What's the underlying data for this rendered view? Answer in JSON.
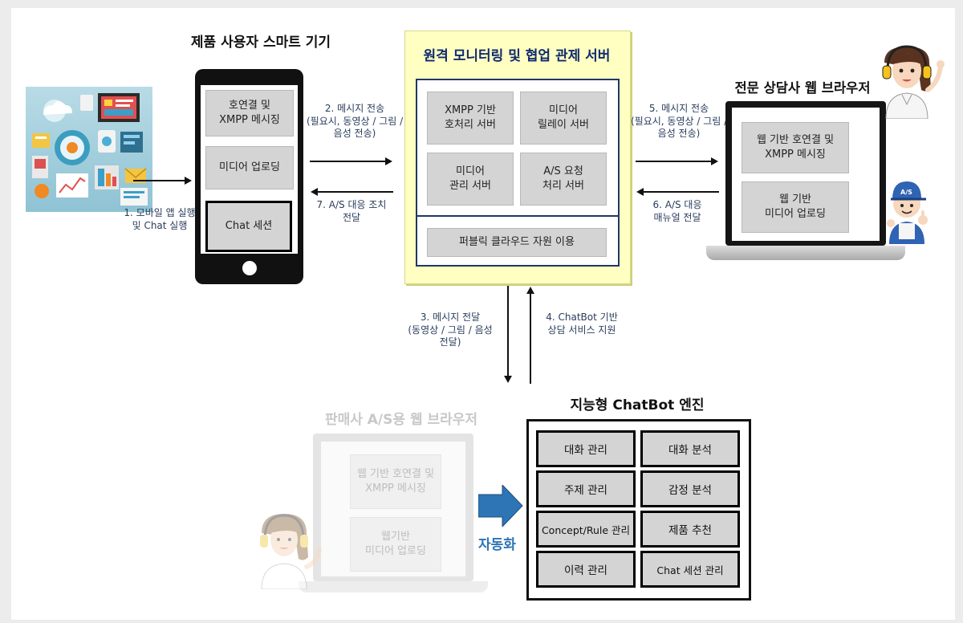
{
  "smartphone": {
    "title": "제품 사용자 스마트 기기",
    "items": [
      {
        "line1": "호연결 및",
        "line2": "XMPP 메시징"
      },
      {
        "line1": "미디어 업로딩",
        "line2": ""
      },
      {
        "line1": "Chat 세션",
        "line2": ""
      }
    ]
  },
  "server": {
    "title": "원격 모니터링 및 협업 관제 서버",
    "modules": [
      {
        "line1": "XMPP 기반",
        "line2": "호처리 서버"
      },
      {
        "line1": "미디어",
        "line2": "릴레이 서버"
      },
      {
        "line1": "미디어",
        "line2": "관리 서버"
      },
      {
        "line1": "A/S 요청",
        "line2": "처리 서버"
      }
    ],
    "cloud": "퍼블릭 클라우드 자원 이용"
  },
  "expert": {
    "title": "전문 상담사 웹 브라우저",
    "items": [
      {
        "line1": "웹 기반 호연결 및",
        "line2": "XMPP 메시징"
      },
      {
        "line1": "웹 기반",
        "line2": "미디어 업로딩"
      }
    ]
  },
  "seller": {
    "title": "판매사 A/S용 웹 브라우저",
    "items": [
      {
        "line1": "웹 기반 호연결 및",
        "line2": "XMPP 메시징"
      },
      {
        "line1": "웹기반",
        "line2": "미디어 업로딩"
      }
    ]
  },
  "chatbot": {
    "title": "지능형 ChatBot 엔진",
    "cells": [
      "대화 관리",
      "대화 분석",
      "주제 관리",
      "감정 분석",
      "Concept/Rule 관리",
      "제품 추천",
      "이력 관리",
      "Chat 세션 관리"
    ]
  },
  "automation": "자동화",
  "steps": {
    "s1": {
      "line1": "1. 모바일 앱 실행",
      "line2": "및 Chat 실행"
    },
    "s2": {
      "line1": "2. 메시지 전송",
      "line2": "(필요시, 동영상 / 그림 /",
      "line3": "음성 전송)"
    },
    "s3": {
      "line1": "3. 메시지 전달",
      "line2": "(동영상 / 그림 / 음성",
      "line3": "전달)"
    },
    "s4": {
      "line1": "4. ChatBot 기반",
      "line2": "상담 서비스 지원"
    },
    "s5": {
      "line1": "5. 메시지 전송",
      "line2": "(필요시, 동영상 / 그림 /",
      "line3": "음성 전송)"
    },
    "s6": {
      "line1": "6. A/S 대응",
      "line2": "매뉴얼 전달"
    },
    "s7": {
      "line1": "7. A/S 대응 조치",
      "line2": "전달"
    }
  },
  "badge": "A/S",
  "colors": {
    "server_fill": "#ffffc2",
    "server_border": "#1f3864",
    "arrow_blue": "#2e75b6",
    "automation_text": "#2e74b5"
  }
}
